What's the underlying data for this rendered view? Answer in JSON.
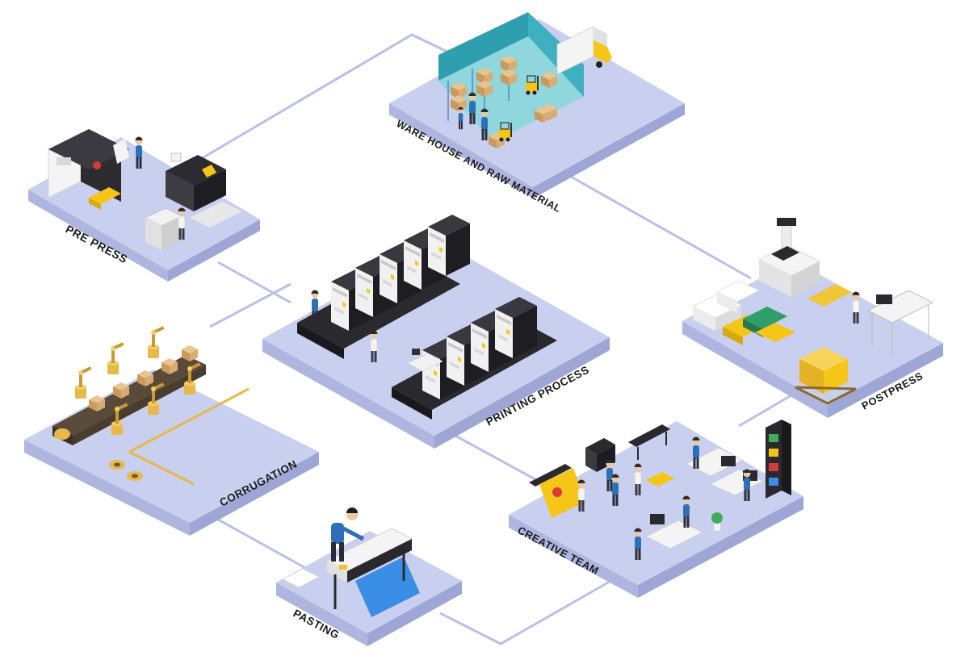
{
  "stations": {
    "warehouse": {
      "label": "WARE HOUSE AND RAW MATERIAL"
    },
    "prepress": {
      "label": "PRE PRESS"
    },
    "printing": {
      "label": "PRINTING PROCESS"
    },
    "postpress": {
      "label": "POSTPRESS"
    },
    "corrugation": {
      "label": "CORRUGATION"
    },
    "creative": {
      "label": "CREATIVE TEAM"
    },
    "pasting": {
      "label": "PASTING"
    }
  },
  "colors": {
    "platform_top": "#c9cfee",
    "platform_side": "#aeb5df",
    "connector": "#b9c0e6",
    "machine_dark": "#2a2a2e",
    "machine_light": "#f2f2f2",
    "accent_yellow": "#f5c518",
    "accent_blue": "#3a8ee6",
    "accent_red": "#d63a3a"
  }
}
